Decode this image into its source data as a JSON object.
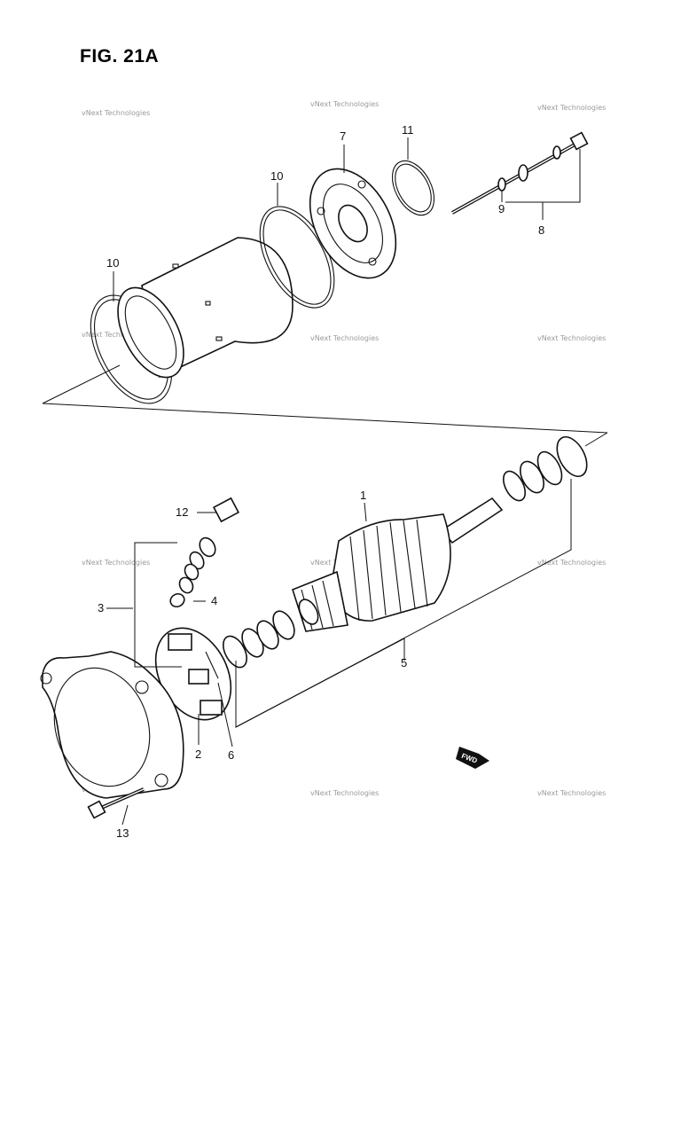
{
  "figure": {
    "title": "FIG. 21A"
  },
  "callouts": {
    "c1": "1",
    "c2": "2",
    "c3": "3",
    "c4": "4",
    "c5": "5",
    "c6": "6",
    "c7": "7",
    "c8": "8",
    "c9": "9",
    "c10a": "10",
    "c10b": "10",
    "c11": "11",
    "c12": "12",
    "c13": "13"
  },
  "watermark": {
    "text": "vNext Technologies"
  },
  "direction_marker": {
    "label": "FWD"
  }
}
